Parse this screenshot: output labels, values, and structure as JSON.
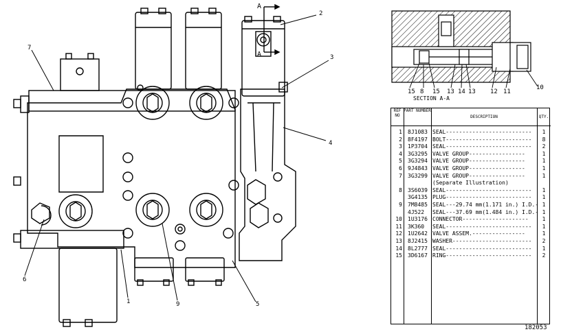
{
  "callouts": {
    "c1": "1",
    "c2": "2",
    "c3": "3",
    "c4": "4",
    "c5": "5",
    "c6": "6",
    "c7": "7",
    "c8": "8",
    "c9": "9",
    "c10": "10",
    "c11": "11",
    "c12": "12",
    "c13a": "13",
    "c13b": "13",
    "c14": "14",
    "c15a": "15",
    "c15b": "15"
  },
  "section_marks": {
    "top": "A",
    "bottom": "A"
  },
  "section_label": "SECTION A-A",
  "drawing_number": "182053",
  "parts_table": {
    "headers": {
      "ref": "REF NO",
      "part": "PART NUMBER",
      "desc": "DESCRIPTION",
      "qty": "QTY."
    },
    "rows": [
      {
        "ref": "1",
        "part": "8J1083",
        "desc": "SEAL--------------------------",
        "qty": "1"
      },
      {
        "ref": "2",
        "part": "8F4197",
        "desc": "BOLT--------------------------",
        "qty": "8"
      },
      {
        "ref": "3",
        "part": "1P3704",
        "desc": "SEAL--------------------------",
        "qty": "2"
      },
      {
        "ref": "4",
        "part": "3G3295",
        "desc": "VALVE GROUP-----------------",
        "qty": "1"
      },
      {
        "ref": "5",
        "part": "3G3294",
        "desc": "VALVE GROUP-----------------",
        "qty": "1"
      },
      {
        "ref": "6",
        "part": "9J4843",
        "desc": "VALVE GROUP-----------------",
        "qty": "1"
      },
      {
        "ref": "7",
        "part": "3G3299",
        "desc": "VALVE GROUP-----------------",
        "qty": "1"
      },
      {
        "ref": "",
        "part": "",
        "desc": "(Separate Illustration)",
        "qty": ""
      },
      {
        "ref": "8",
        "part": "3S6039",
        "desc": "SEAL--------------------------",
        "qty": "1"
      },
      {
        "ref": "",
        "part": "3G4135",
        "desc": "PLUG--------------------------",
        "qty": "1"
      },
      {
        "ref": "9",
        "part": "7M8485",
        "desc": "SEAL---29.74 mm(1.171 in.) I.D.-",
        "qty": "1"
      },
      {
        "ref": "",
        "part": "4J522",
        "desc": "SEAL---37.69 mm(1.484 in.) I.D.-",
        "qty": "1"
      },
      {
        "ref": "10",
        "part": "1U3176",
        "desc": "CONNECTOR--------------------",
        "qty": "1"
      },
      {
        "ref": "11",
        "part": "3K360",
        "desc": "SEAL--------------------------",
        "qty": "1"
      },
      {
        "ref": "12",
        "part": "1U2642",
        "desc": "VALVE ASSEM.----------------",
        "qty": "1"
      },
      {
        "ref": "13",
        "part": "8J2415",
        "desc": "WASHER------------------------",
        "qty": "2"
      },
      {
        "ref": "14",
        "part": "8L2777",
        "desc": "SEAL--------------------------",
        "qty": "1"
      },
      {
        "ref": "15",
        "part": "3D6167",
        "desc": "RING--------------------------",
        "qty": "2"
      }
    ]
  }
}
